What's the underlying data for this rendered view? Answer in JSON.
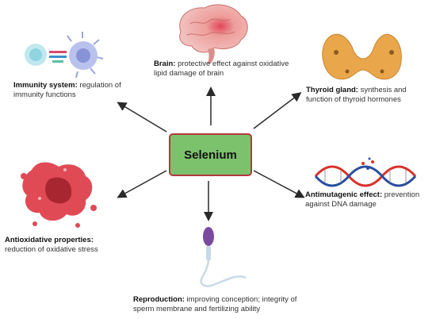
{
  "center": {
    "label": "Selenium",
    "fill": "#7cc16b",
    "border": "#b23a3a"
  },
  "nodes": {
    "immunity": {
      "title": "Immunity system:",
      "text": " regulation of immunity functions",
      "icon": "immune-cells-icon"
    },
    "brain": {
      "title": "Brain:",
      "text": " protective effect against oxidative lipid damage of brain",
      "icon": "brain-icon"
    },
    "thyroid": {
      "title": "Thyroid gland:",
      "text": " synthesis and function of thyroid hormones",
      "icon": "thyroid-icon"
    },
    "antioxidative": {
      "title": "Antioxidative properties:",
      "text": "reduction of oxidative stress",
      "icon": "oxidative-cell-icon"
    },
    "antimutagenic": {
      "title": "Antimutagenic effect:",
      "text": " prevention against DNA damage",
      "icon": "dna-icon"
    },
    "reproduction": {
      "title": "Reproduction:",
      "text": " improving conception; integrity of sperm membrane and fertilizing ability",
      "icon": "sperm-icon"
    }
  },
  "colors": {
    "arrow": "#2a2a2a",
    "brain": "#e8a9a4",
    "thyroid": "#e9a64a",
    "immune": "#7cc5d8",
    "dna_red": "#d9312b",
    "dna_blue": "#2b4f9e",
    "sperm": "#7a4a9e"
  }
}
